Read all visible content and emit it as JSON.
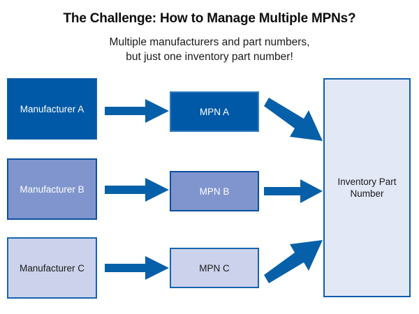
{
  "header": {
    "title": "The Challenge: How to Manage Multiple MPNs?",
    "subtitle_line1": "Multiple manufacturers and part numbers,",
    "subtitle_line2": "but just one inventory part number!"
  },
  "colors": {
    "dark_blue": "#0059a6",
    "medium_blue": "#8095cd",
    "light_blue": "#cdd2ec",
    "inventory_fill": "#e3e8f6",
    "border_blue": "#0f5eac",
    "arrow_blue": "#0660a9",
    "text_dark": "#1a1a1a",
    "text_light": "#ffffff"
  },
  "rows": [
    {
      "manufacturer": "Manufacturer A",
      "mpn": "MPN A",
      "arrow1": "right-arrow-icon",
      "arrow2": "diagonal-down-right-arrow-icon"
    },
    {
      "manufacturer": "Manufacturer B",
      "mpn": "MPN B",
      "arrow1": "right-arrow-icon",
      "arrow2": "right-arrow-icon"
    },
    {
      "manufacturer": "Manufacturer C",
      "mpn": "MPN C",
      "arrow1": "right-arrow-icon",
      "arrow2": "diagonal-up-right-arrow-icon"
    }
  ],
  "inventory": {
    "line1": "Inventory Part",
    "line2": "Number"
  }
}
